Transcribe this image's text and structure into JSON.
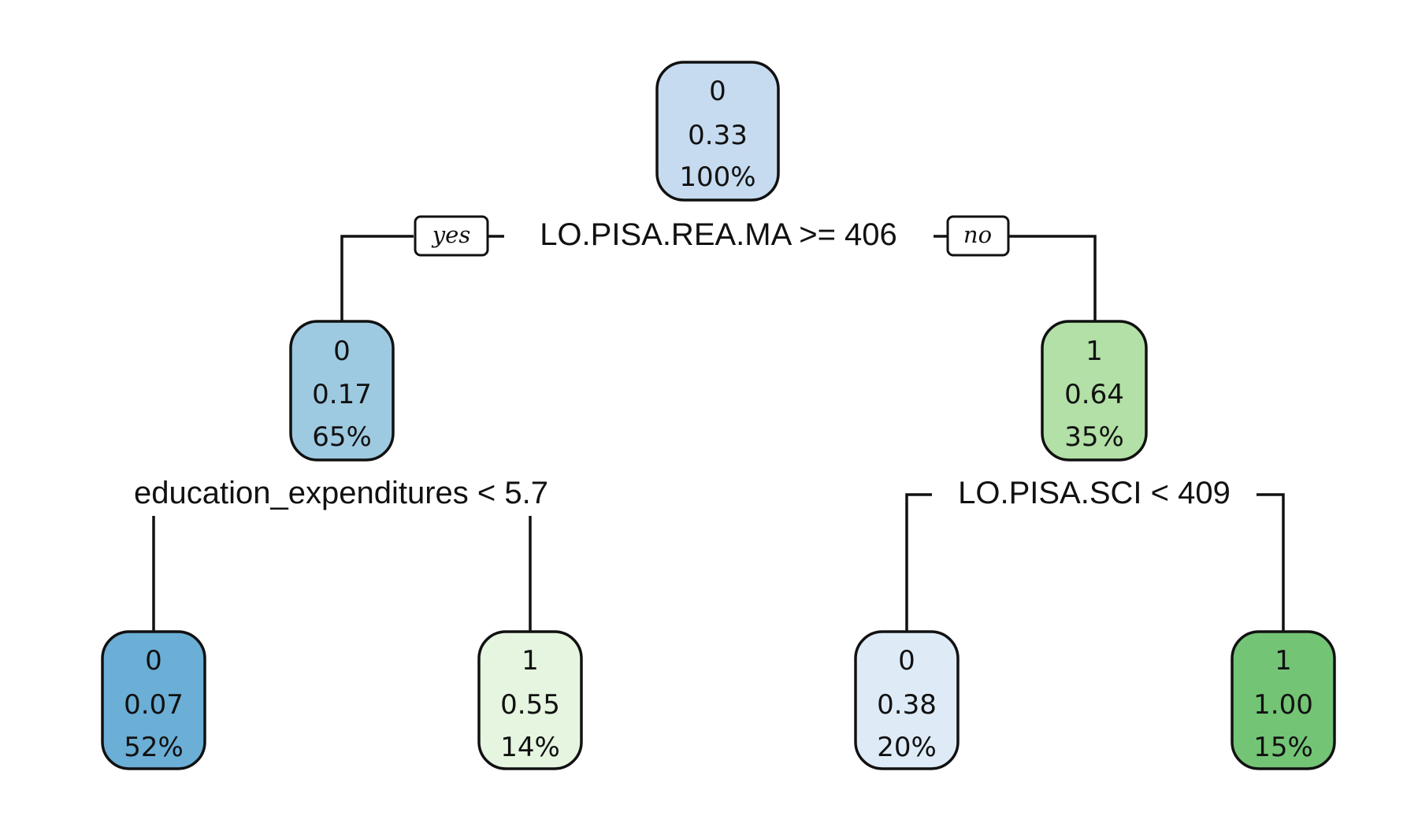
{
  "tree": {
    "branch_labels": {
      "yes": "yes",
      "no": "no"
    },
    "nodes": [
      {
        "id": "root",
        "class": "0",
        "prob": "0.33",
        "pct": "100%",
        "color": "#c6dbef"
      },
      {
        "id": "left",
        "class": "0",
        "prob": "0.17",
        "pct": "65%",
        "color": "#9ecae1"
      },
      {
        "id": "right",
        "class": "1",
        "prob": "0.64",
        "pct": "35%",
        "color": "#b2e0a6"
      },
      {
        "id": "leaf-ll",
        "class": "0",
        "prob": "0.07",
        "pct": "52%",
        "color": "#6baed6"
      },
      {
        "id": "leaf-lr",
        "class": "1",
        "prob": "0.55",
        "pct": "14%",
        "color": "#e5f5e0"
      },
      {
        "id": "leaf-rl",
        "class": "0",
        "prob": "0.38",
        "pct": "20%",
        "color": "#deebf7"
      },
      {
        "id": "leaf-rr",
        "class": "1",
        "prob": "1.00",
        "pct": "15%",
        "color": "#74c476"
      }
    ],
    "splits": {
      "root": {
        "variable": "LO.PISA.REA.MA",
        "operator": ">=",
        "value": "406"
      },
      "left": {
        "variable": "education_expenditures",
        "operator": "<",
        "value": "5.7"
      },
      "right": {
        "variable": "LO.PISA.SCI",
        "operator": "<",
        "value": "409"
      }
    }
  }
}
